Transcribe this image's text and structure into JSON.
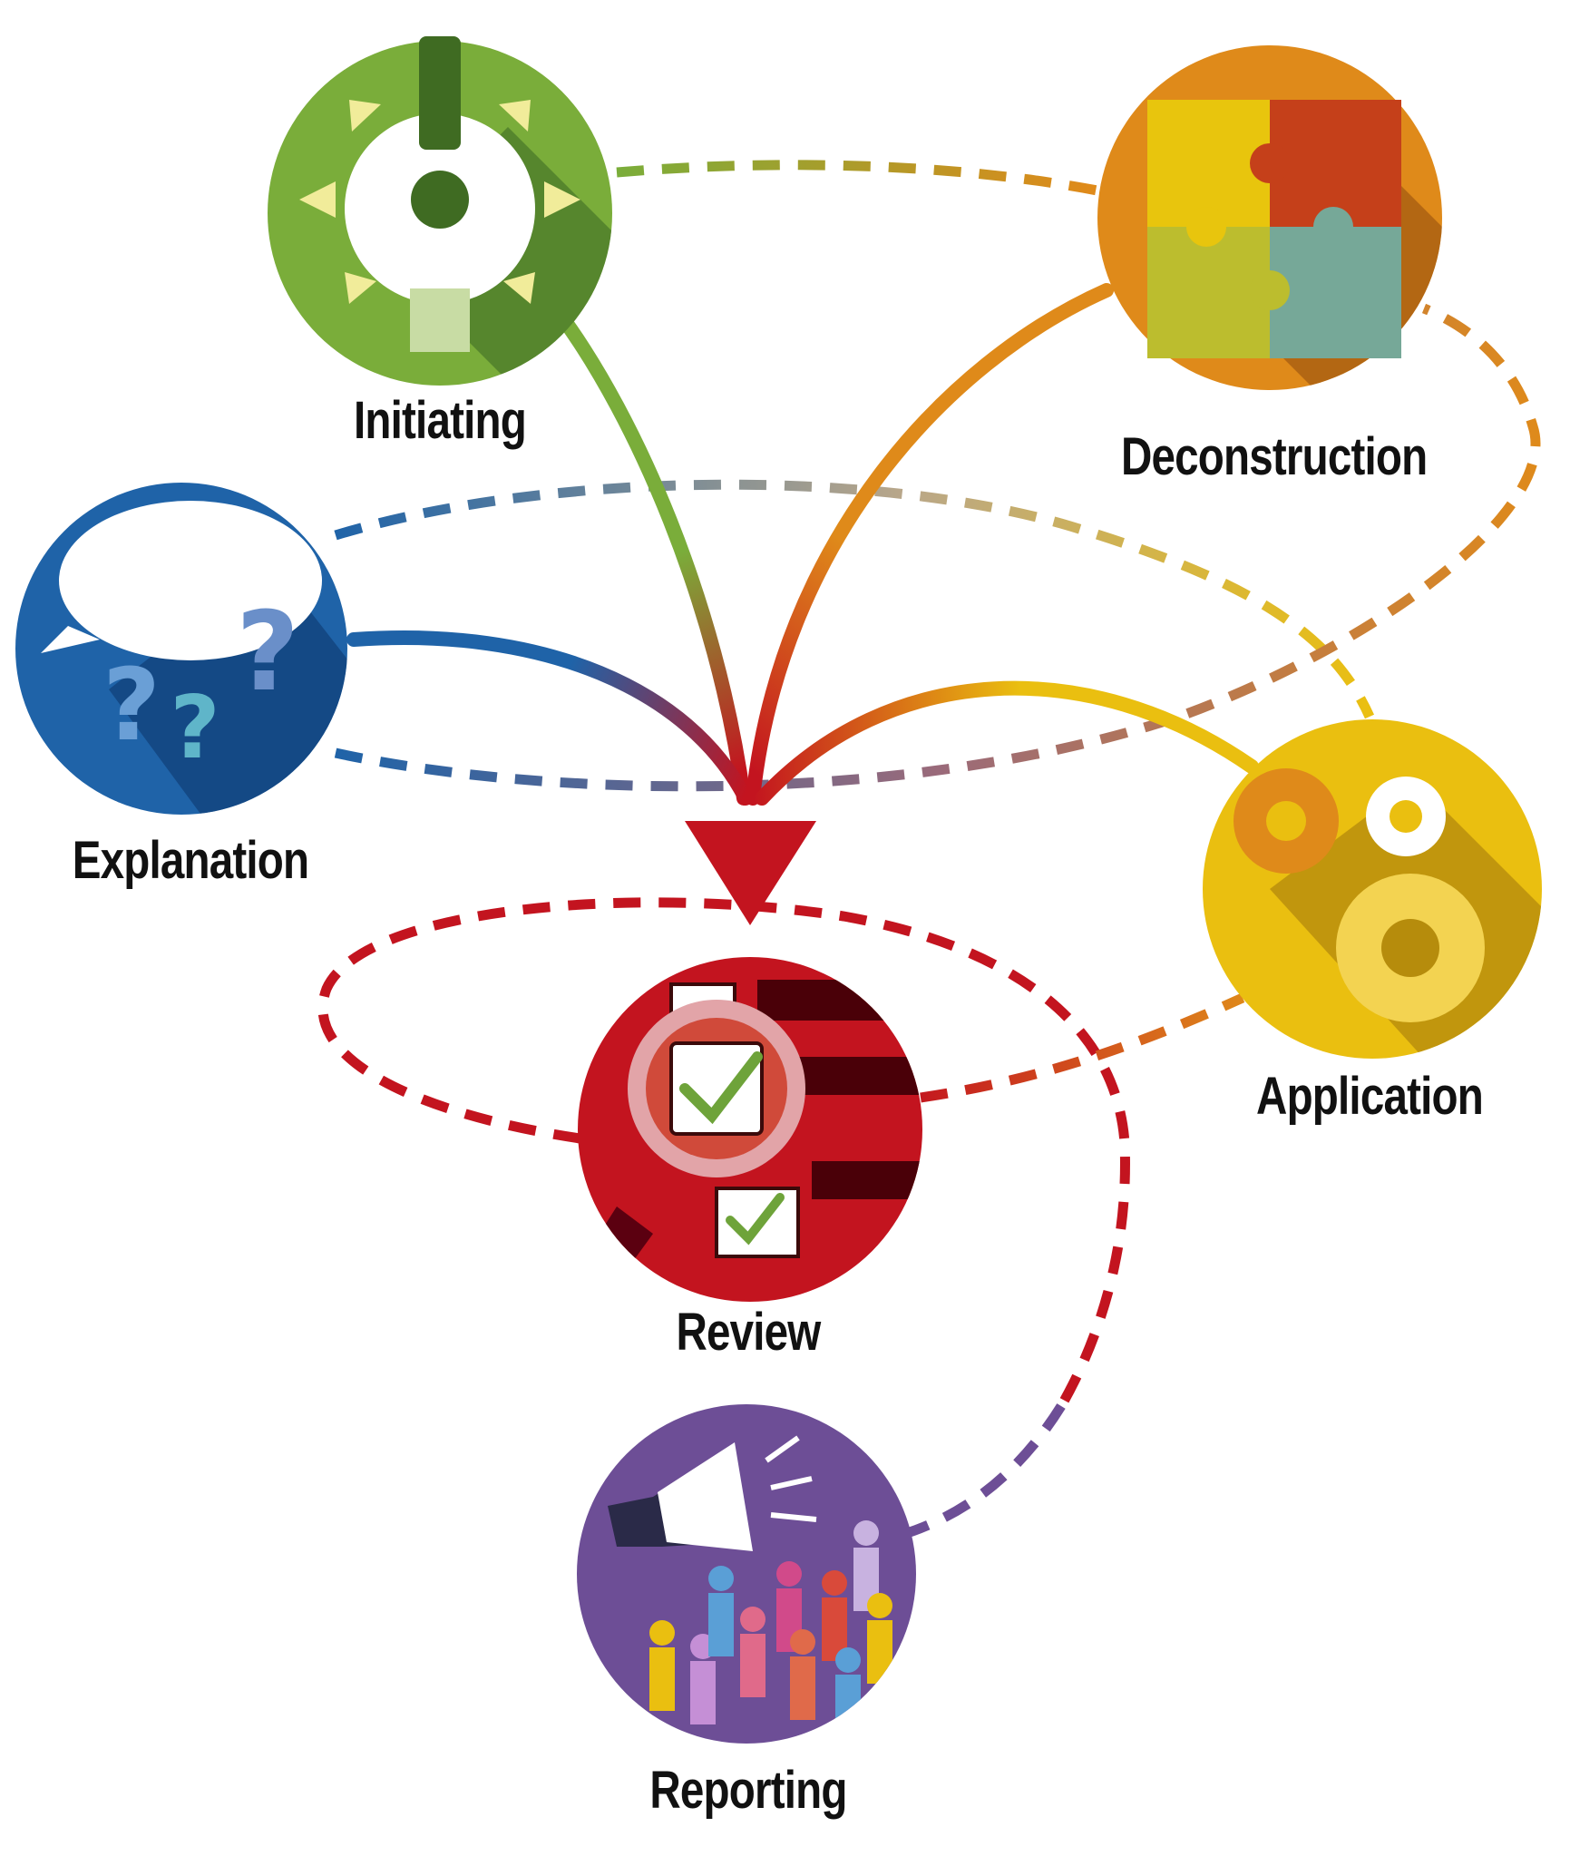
{
  "diagram": {
    "nodes": [
      {
        "id": "initiating",
        "label": "Initiating",
        "icon": "lightbulb-exclamation-icon",
        "color": "#7aad3a",
        "dark": "#4b7a2a"
      },
      {
        "id": "deconstruction",
        "label": "Deconstruction",
        "icon": "puzzle-icon",
        "color": "#df8a1a",
        "dark": "#a85e12"
      },
      {
        "id": "explanation",
        "label": "Explanation",
        "icon": "speech-bubble-question-icon",
        "color": "#1f63a8",
        "dark": "#12407a"
      },
      {
        "id": "application",
        "label": "Application",
        "icon": "gears-icon",
        "color": "#eabf10",
        "dark": "#b68c0c"
      },
      {
        "id": "review",
        "label": "Review",
        "icon": "magnifier-checklist-icon",
        "color": "#c3141f",
        "dark": "#7a0b12"
      },
      {
        "id": "reporting",
        "label": "Reporting",
        "icon": "megaphone-crowd-icon",
        "color": "#6d4e96",
        "dark": "#4a3470"
      }
    ],
    "colors": {
      "arrowhead": "#c3141f",
      "label_text": "#111111"
    }
  }
}
